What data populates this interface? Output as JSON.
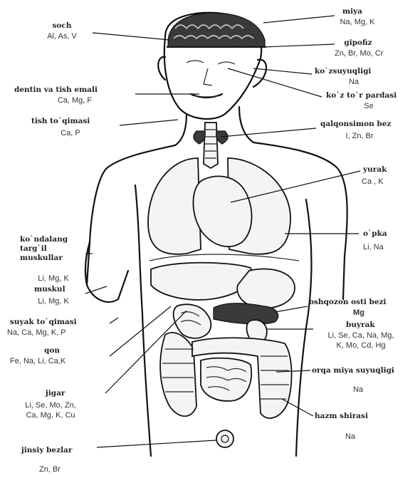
{
  "labels": {
    "soch": {
      "name": "soch",
      "elements": "Al, As, V"
    },
    "miya": {
      "name": "miya",
      "elements": "Na, Mg, K"
    },
    "gipofiz": {
      "name": "gipofiz",
      "elements": "Zn, Br, Mo, Cr"
    },
    "dentin": {
      "name": "dentin va tish emali",
      "elements": "Ca, Mg, F"
    },
    "kozyoshi": {
      "name": "ko`zsuyuqligi",
      "elements": "Na"
    },
    "kozpardasi": {
      "name": "ko`z to`r pardasi",
      "elements": "Se"
    },
    "tish": {
      "name": "tish to`qimasi",
      "elements": "Ca, P"
    },
    "qalqonsimon": {
      "name": "qalqonsimon bez",
      "elements": "I, Zn, Br"
    },
    "yurak": {
      "name": "yurak",
      "elements": "Ca , K"
    },
    "opka": {
      "name": "o`pka",
      "elements": "Li, Na"
    },
    "muskul_ko": {
      "name": "ko`ndalang\ntarg`il\nmuskullar",
      "elements": "Li, Mg, K"
    },
    "muskul": {
      "name": "muskul",
      "elements": "Li, Mg, K"
    },
    "suyak": {
      "name": "suyak to`qimasi",
      "elements": "Na, Ca, Mg, K, P"
    },
    "qon": {
      "name": "qon",
      "elements": "Fe, Na, Li, Ca,K"
    },
    "meda_osti": {
      "name": "oshqozon osti bezi",
      "elements": "Mg"
    },
    "buyrak": {
      "name": "buyrak",
      "elements": "Li, Se, Ca, Na, Mg,\nK, Mo, Cd, Hg"
    },
    "orqa_miya": {
      "name": "orqa miya suyuqligi",
      "elements": "Na"
    },
    "jigar": {
      "name": "jigar",
      "elements": "Li, Se, Mo, Zn,\nCa, Mg, K, Cu"
    },
    "hazm": {
      "name": "hazm shirasi",
      "elements": "Na"
    },
    "jinsiy": {
      "name": "jinsiy bezlar",
      "elements": "Zn, Br"
    }
  }
}
